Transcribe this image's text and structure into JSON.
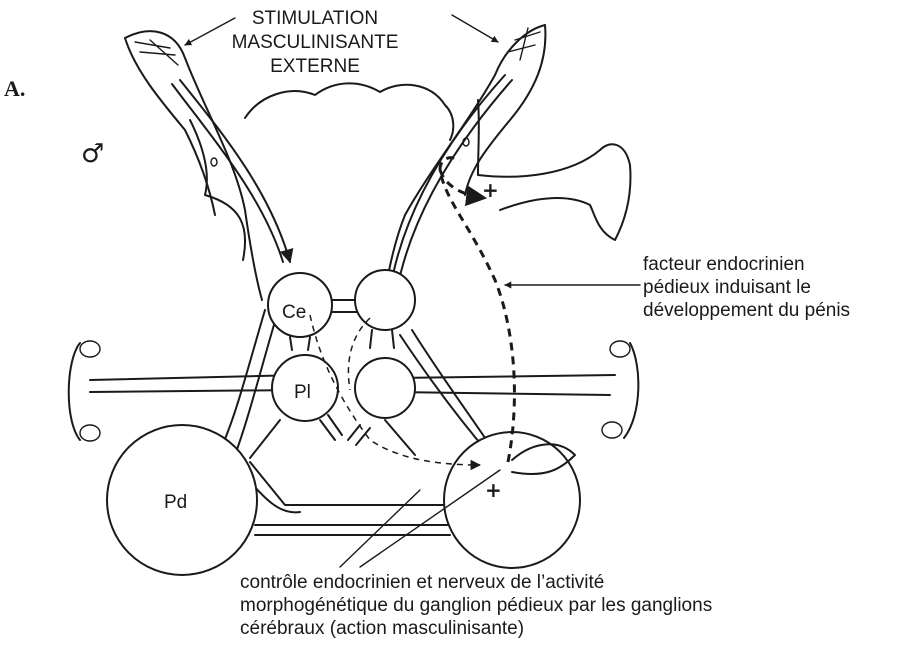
{
  "panel_label": "A.",
  "sex_symbol": "♂",
  "stimulation_label": [
    "STIMULATION",
    "MASCULINISANTE",
    "EXTERNE"
  ],
  "ganglia": {
    "cerebral": "Ce",
    "pleural": "Pl",
    "pedal": "Pd"
  },
  "plus_sign": "+",
  "endocrine_factor_label": [
    "facteur endocrinien",
    "pédieux induisant le",
    "développement du pénis"
  ],
  "control_label": [
    "contrôle endocrinien et nerveux de l’activité",
    "morphogénétique du ganglion pédieux par les ganglions",
    "cérébraux (action masculinisante)"
  ]
}
